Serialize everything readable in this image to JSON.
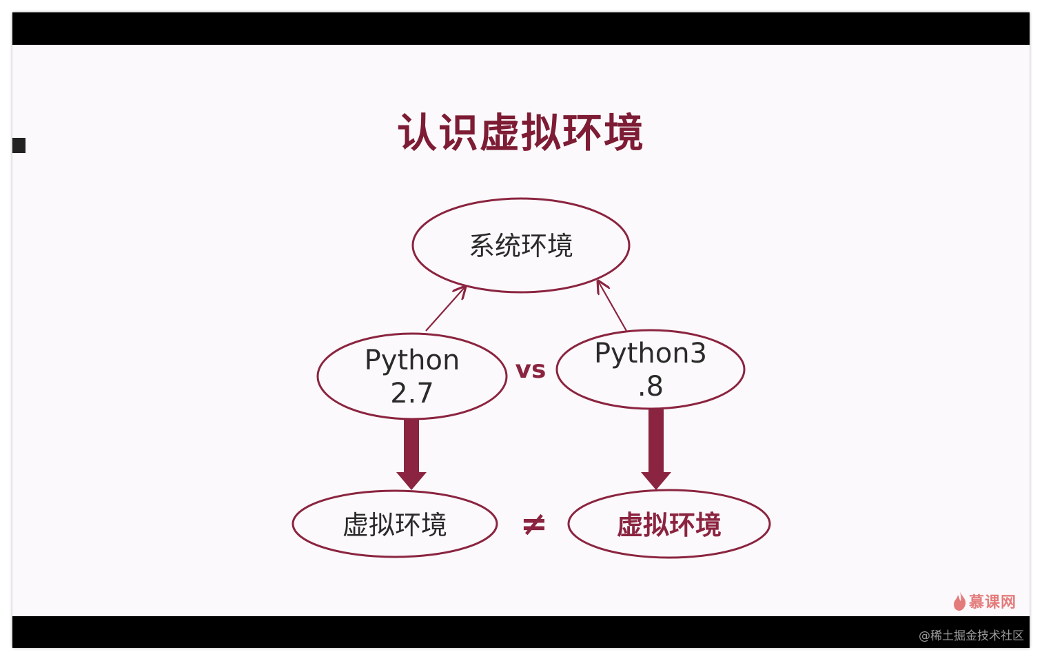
{
  "slide": {
    "title": "认识虚拟环境"
  },
  "diagram": {
    "system_env": "系统环境",
    "python27_line1": "Python",
    "python27_line2": "2.7",
    "vs_label": "vs",
    "python38_line1": "Python3",
    "python38_line2": ".8",
    "venv_left": "虚拟环境",
    "not_equal": "≠",
    "venv_right": "虚拟环境"
  },
  "branding": {
    "logo_text": "慕课网",
    "logo_icon": "flame-icon",
    "watermark": "@稀土掘金技术社区"
  },
  "colors": {
    "accent": "#7d1c34",
    "ellipse_stroke": "#8b2440",
    "background": "#fbf9fb",
    "logo": "#e47b7b"
  }
}
